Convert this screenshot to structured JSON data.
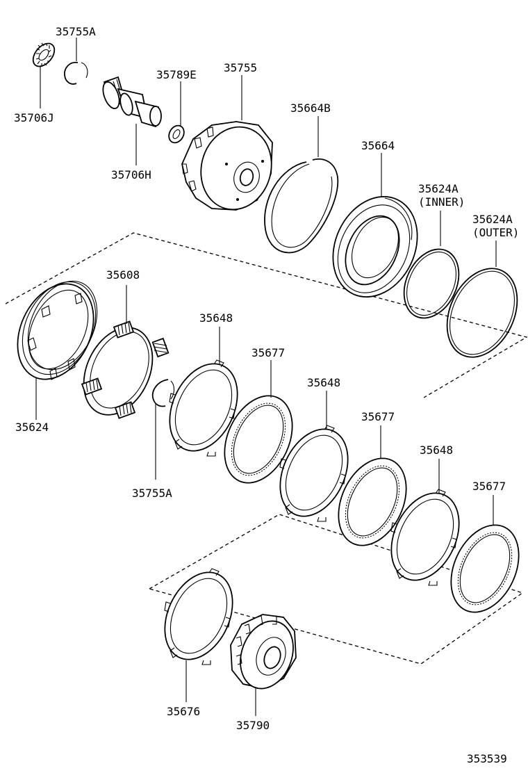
{
  "diagram": {
    "figure_number": "353539",
    "parts": [
      {
        "id": "p_35755A_top",
        "label": "35755A"
      },
      {
        "id": "p_35706J",
        "label": "35706J"
      },
      {
        "id": "p_35706H",
        "label": "35706H"
      },
      {
        "id": "p_35789E",
        "label": "35789E"
      },
      {
        "id": "p_35755",
        "label": "35755"
      },
      {
        "id": "p_35664B",
        "label": "35664B"
      },
      {
        "id": "p_35664",
        "label": "35664"
      },
      {
        "id": "p_35624A_inner",
        "label": "35624A",
        "note": "(INNER)"
      },
      {
        "id": "p_35624A_outer",
        "label": "35624A",
        "note": "(OUTER)"
      },
      {
        "id": "p_35608",
        "label": "35608"
      },
      {
        "id": "p_35624",
        "label": "35624"
      },
      {
        "id": "p_35755A_mid",
        "label": "35755A"
      },
      {
        "id": "p_35648_a",
        "label": "35648"
      },
      {
        "id": "p_35677_a",
        "label": "35677"
      },
      {
        "id": "p_35648_b",
        "label": "35648"
      },
      {
        "id": "p_35677_b",
        "label": "35677"
      },
      {
        "id": "p_35648_c",
        "label": "35648"
      },
      {
        "id": "p_35677_c",
        "label": "35677"
      },
      {
        "id": "p_35676",
        "label": "35676"
      },
      {
        "id": "p_35790",
        "label": "35790"
      }
    ]
  }
}
